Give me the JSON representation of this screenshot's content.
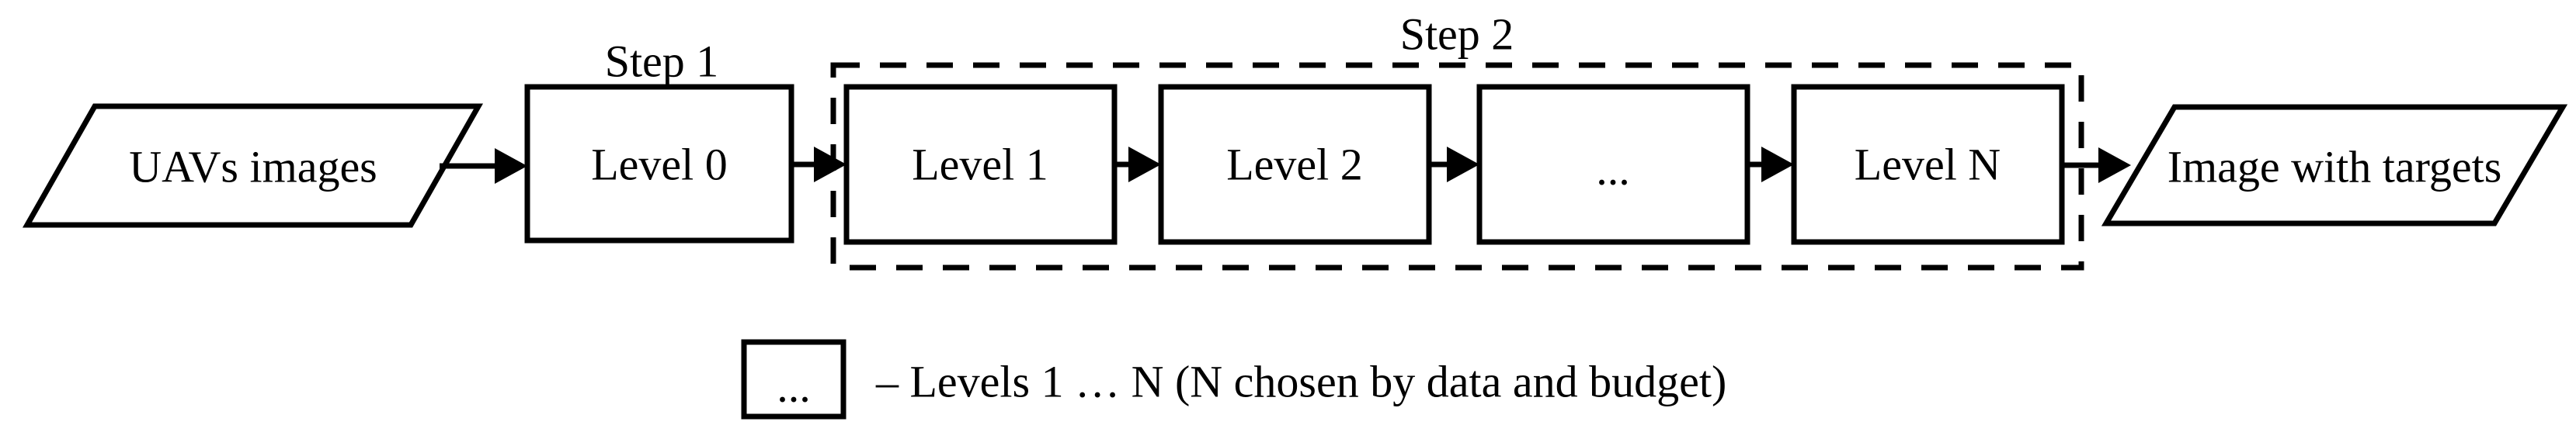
{
  "figure": {
    "colors": {
      "background": "#ffffff",
      "line": "#000000"
    },
    "steps": {
      "step1": "Step 1",
      "step2": "Step 2"
    },
    "nodes": {
      "input": "UAVs images",
      "level0": "Level 0",
      "level1": "Level 1",
      "level2": "Level 2",
      "dots": "...",
      "levelN": "Level N",
      "output": "Image with targets"
    },
    "legend": {
      "symbol": "...",
      "description": "– Levels 1 … N (N chosen by data and budget)"
    }
  }
}
